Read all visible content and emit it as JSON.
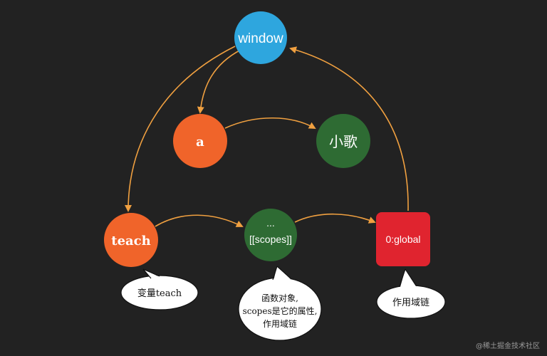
{
  "nodes": {
    "window": {
      "label": "window",
      "color": "#2ea6de"
    },
    "a": {
      "label": "a",
      "color": "#f0642a"
    },
    "xiaoge": {
      "label": "小歌",
      "color": "#2e6b33"
    },
    "teach": {
      "label": "teach",
      "color": "#f0642a"
    },
    "scopes": {
      "label_top": "...",
      "label": "[[scopes]]",
      "color": "#2e6b33"
    },
    "global": {
      "label": "0:global",
      "color": "#e0242f"
    }
  },
  "callouts": {
    "teach_note": {
      "text": "变量teach"
    },
    "scopes_note": {
      "lines": [
        "函数对象,",
        "scopes是它的属性,",
        "作用域链"
      ]
    },
    "global_note": {
      "text": "作用域链"
    }
  },
  "colors": {
    "arrow": "#f0a040",
    "background": "#222222",
    "callout_fill": "#ffffff"
  },
  "watermark": "@稀土掘金技术社区"
}
